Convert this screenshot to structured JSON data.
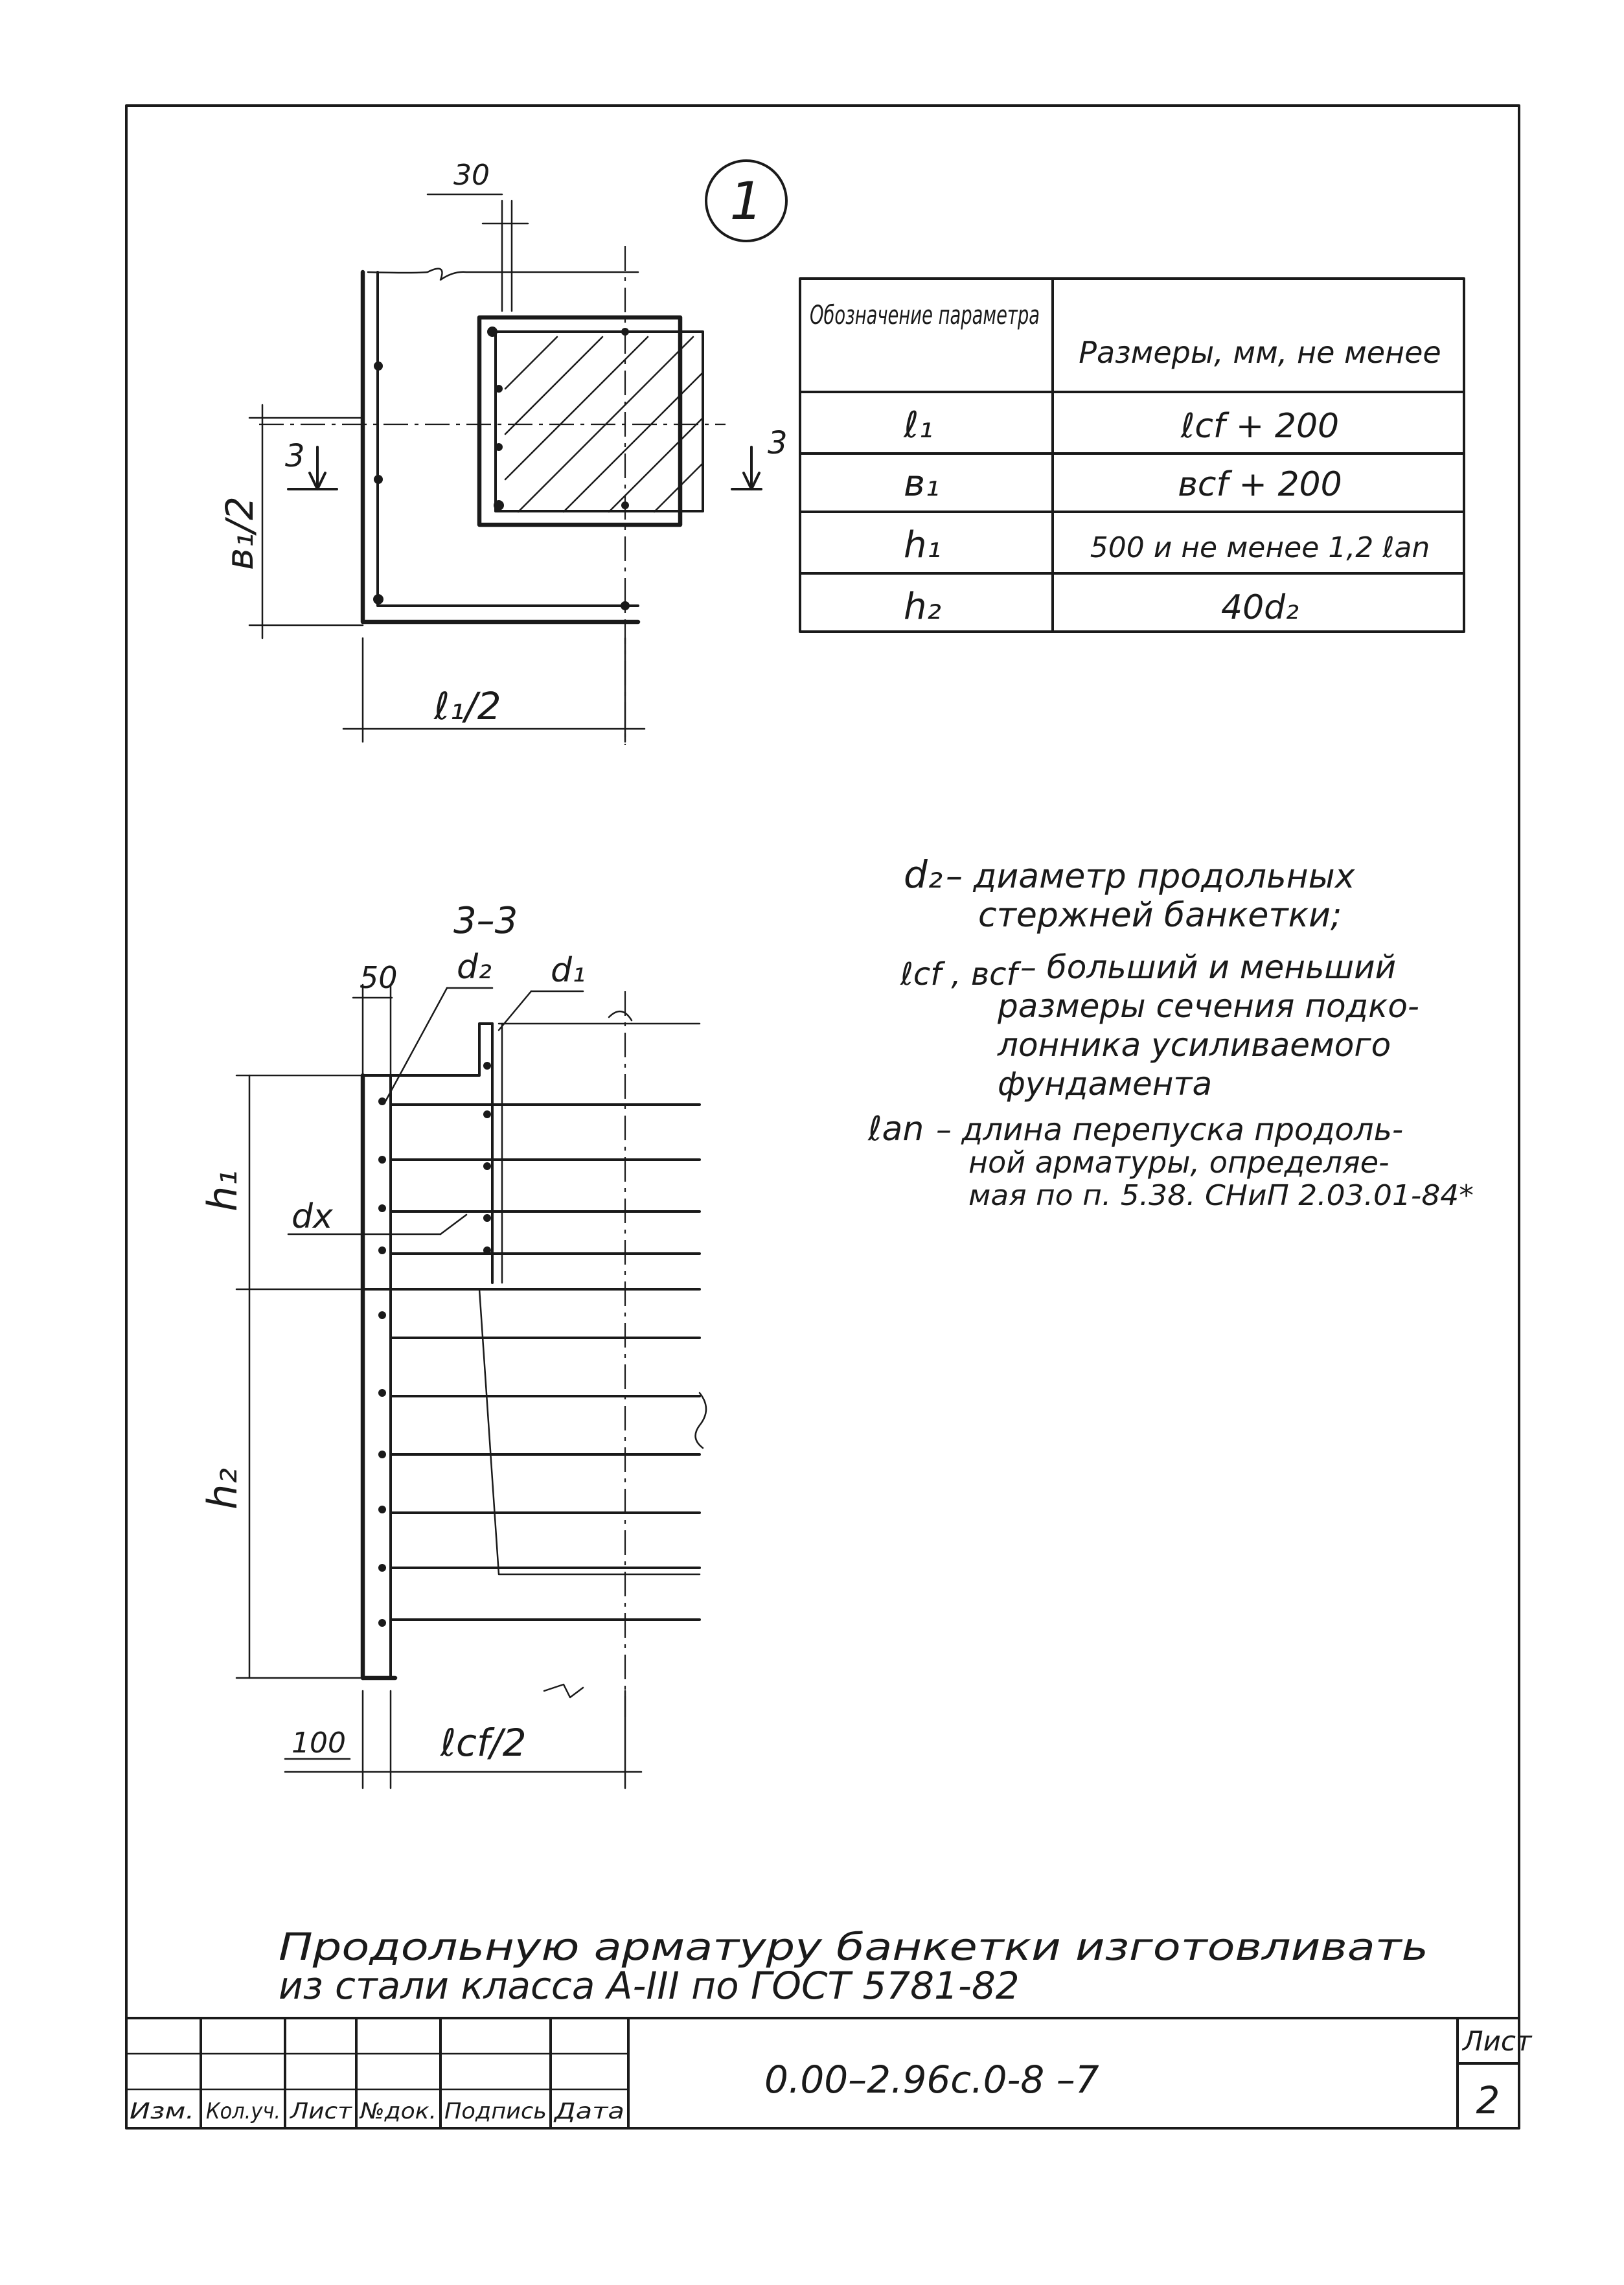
{
  "detail_marker": "1",
  "plan_view": {
    "dim_30": "30",
    "section_mark_left": "3",
    "section_mark_right": "3",
    "dim_b1_half": "в₁/2",
    "dim_l1_half": "ℓ₁/2"
  },
  "parameter_table": {
    "headers": [
      "Обозначение параметра",
      "Размеры, мм, не менее"
    ],
    "rows": [
      {
        "param": "ℓ₁",
        "value": "ℓcf + 200"
      },
      {
        "param": "в₁",
        "value": "вcf + 200"
      },
      {
        "param": "h₁",
        "value": "500 и не менее 1,2 ℓan"
      },
      {
        "param": "h₂",
        "value": "40d₂"
      }
    ]
  },
  "section_view": {
    "title": "3–3",
    "dim_50": "50",
    "label_d2": "d₂",
    "label_d1": "d₁",
    "label_h1": "h₁",
    "label_dx": "dx",
    "label_h2": "h₂",
    "dim_100": "100",
    "dim_lcf_half": "ℓcf/2"
  },
  "notes": [
    {
      "symbol": "d₂",
      "lines": [
        "– диаметр продольных",
        "стержней банкетки;"
      ]
    },
    {
      "symbol": "ℓcf , вcf",
      "lines": [
        "– больший и меньший",
        "размеры сечения подко-",
        "лонника усиливаемого",
        "фундамента"
      ]
    },
    {
      "symbol": "ℓan",
      "lines": [
        "– длина перепуска продоль-",
        "ной арматуры, определяе-",
        "мая по п. 5.38. СНиП 2.03.01-84*"
      ]
    }
  ],
  "instruction": [
    "Продольную арматуру банкетки изготовливать",
    "из стали класса А-III по ГОСТ 5781-82"
  ],
  "title_block": {
    "columns": [
      "Изм.",
      "Кол.уч.",
      "Лист",
      "№док.",
      "Подпись",
      "Дата"
    ],
    "document_code": "0.00–2.96с.0-8 –7",
    "sheet_label": "Лист",
    "sheet_number": "2"
  }
}
